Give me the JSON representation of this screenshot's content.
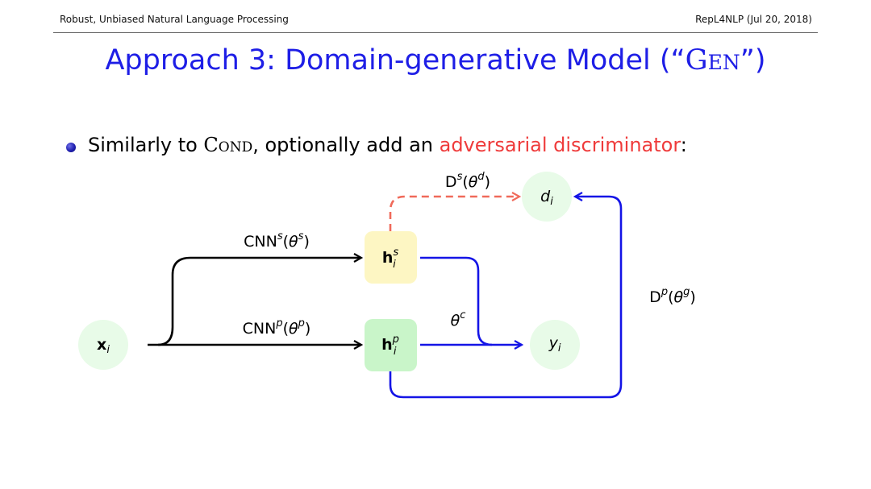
{
  "header": {
    "left": "Robust, Unbiased Natural Language Processing",
    "right": "RepL4NLP (Jul 20, 2018)"
  },
  "title": {
    "prefix": "Approach 3: Domain-generative Model (“",
    "model": "Gen",
    "suffix": "”)"
  },
  "bullet": {
    "prefix": "Similarly to ",
    "model": "Cond",
    "middle": ", optionally add an ",
    "highlight": "adversarial discriminator",
    "suffix": ":"
  },
  "diagram": {
    "nodes": {
      "x": {
        "base": "x",
        "sub": "i"
      },
      "hs": {
        "base": "h",
        "sup": "s",
        "sub": "i"
      },
      "hp": {
        "base": "h",
        "sup": "p",
        "sub": "i"
      },
      "d": {
        "base": "d",
        "sub": "i"
      },
      "y": {
        "base": "y",
        "sub": "i"
      }
    },
    "edges": {
      "cnn_s": {
        "name": "CNN",
        "name_sup": "s",
        "param": "θ",
        "param_sup": "s"
      },
      "cnn_p": {
        "name": "CNN",
        "name_sup": "p",
        "param": "θ",
        "param_sup": "p"
      },
      "d_s": {
        "name": "D",
        "name_sup": "s",
        "param": "θ",
        "param_sup": "d"
      },
      "d_p": {
        "name": "D",
        "name_sup": "p",
        "param": "θ",
        "param_sup": "g"
      },
      "theta_c": {
        "param": "θ",
        "param_sup": "c"
      }
    },
    "colors": {
      "node_green": "#e8fbe8",
      "node_hs": "#fdf6c3",
      "node_hp": "#c9f5c9",
      "blue": "#1414e6",
      "red_dashed": "#f06a5a",
      "black": "#000000"
    }
  }
}
